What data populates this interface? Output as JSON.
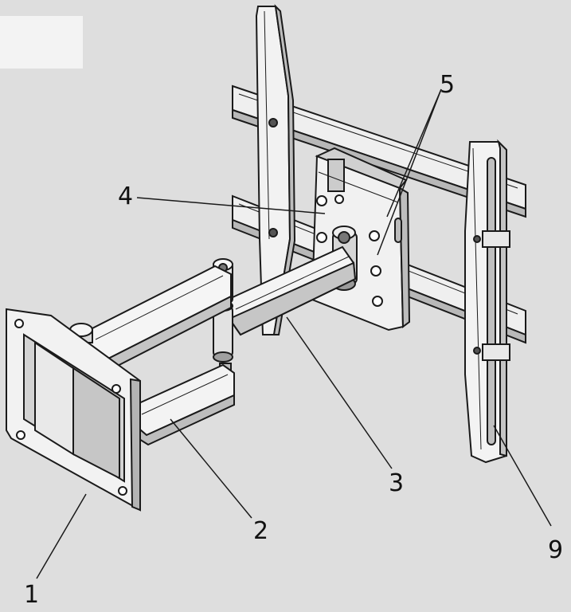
{
  "diagram": {
    "callouts": [
      {
        "id": "1",
        "text": "1"
      },
      {
        "id": "2",
        "text": "2"
      },
      {
        "id": "3",
        "text": "3"
      },
      {
        "id": "4",
        "text": "4"
      },
      {
        "id": "5",
        "text": "5"
      },
      {
        "id": "9",
        "text": "9"
      }
    ]
  },
  "colors": {
    "background": "#dedede",
    "metal_light": "#f4f4f4",
    "metal_mid": "#c9c9c9",
    "metal_dark": "#8a8a8a",
    "outline": "#1a1a1a"
  }
}
